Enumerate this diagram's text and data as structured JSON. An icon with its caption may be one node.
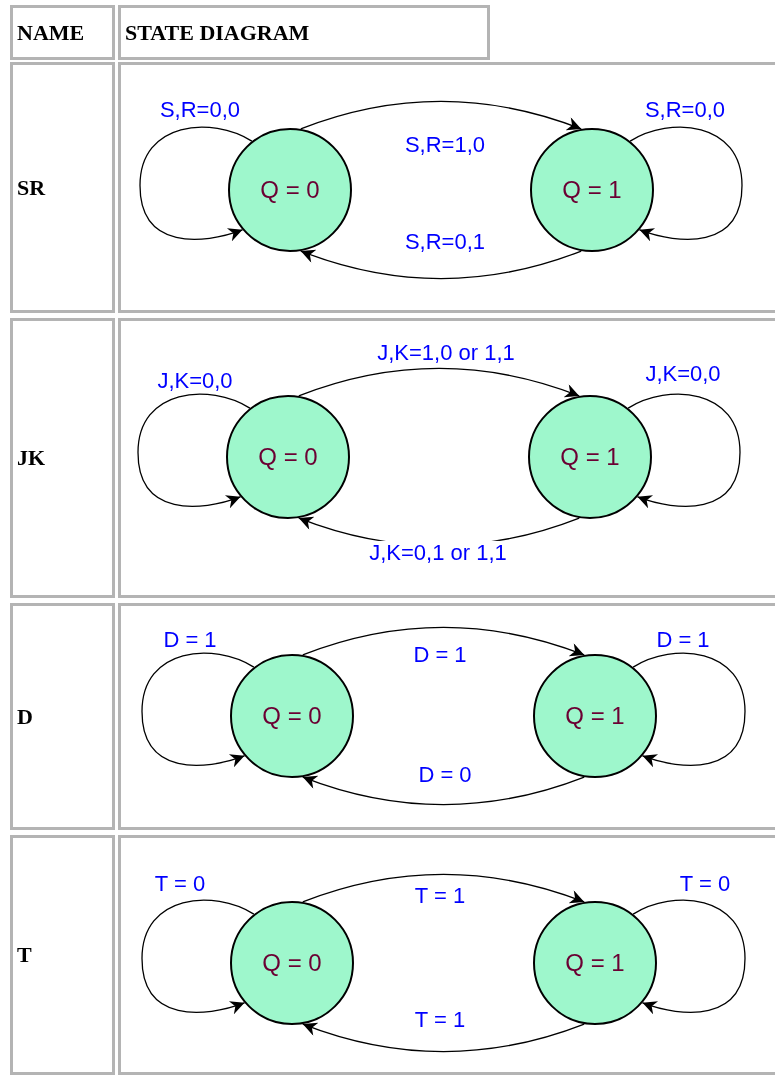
{
  "diagram": {
    "nodes": [
      {
        "text": [
          "Q = 0"
        ]
      },
      {
        "text": [
          "Q = 1"
        ]
      },
      {
        "text": [
          "Q = 0"
        ]
      },
      {
        "text": [
          "Q = 1"
        ]
      },
      {
        "text": [
          "Q = 0"
        ]
      },
      {
        "text": [
          "Q = 1"
        ]
      },
      {
        "text": [
          "Q = 0"
        ]
      },
      {
        "text": [
          "Q = 1"
        ]
      }
    ],
    "edges": [
      {
        "from": 0,
        "to": 0,
        "arrow": "to",
        "label": "S,R=0,0"
      },
      {
        "from": 0,
        "to": 1,
        "arrow": "to",
        "label": "S,R=1,0"
      },
      {
        "from": 1,
        "to": 1,
        "arrow": "to",
        "label": "S,R=0,0"
      },
      {
        "from": 1,
        "to": 0,
        "arrow": "to",
        "label": "S,R=0,1"
      },
      {
        "from": 2,
        "to": 2,
        "arrow": "to",
        "label": "J,K=0,0"
      },
      {
        "from": 2,
        "to": 3,
        "arrow": "to",
        "label": "J,K=1,0 or 1,1"
      },
      {
        "from": 3,
        "to": 3,
        "arrow": "to",
        "label": "J,K=0,0"
      },
      {
        "from": 3,
        "to": 2,
        "arrow": "to",
        "label": "J,K=0,1 or 1,1"
      },
      {
        "from": 4,
        "to": 4,
        "arrow": "to",
        "label": "D = 1"
      },
      {
        "from": 4,
        "to": 5,
        "arrow": "to",
        "label": "D = 1"
      },
      {
        "from": 5,
        "to": 5,
        "arrow": "to",
        "label": "D = 1"
      },
      {
        "from": 5,
        "to": 4,
        "arrow": "to",
        "label": "D = 0"
      },
      {
        "from": 6,
        "to": 6,
        "arrow": "to",
        "label": "T = 0"
      },
      {
        "from": 6,
        "to": 7,
        "arrow": "to",
        "label": "T = 1"
      },
      {
        "from": 7,
        "to": 7,
        "arrow": "to",
        "label": "T = 0"
      },
      {
        "from": 7,
        "to": 6,
        "arrow": "to",
        "label": "T = 1"
      }
    ],
    "labels": [
      "NAME",
      "STATE DIAGRAM",
      "SR",
      "JK",
      "D",
      "T"
    ]
  }
}
